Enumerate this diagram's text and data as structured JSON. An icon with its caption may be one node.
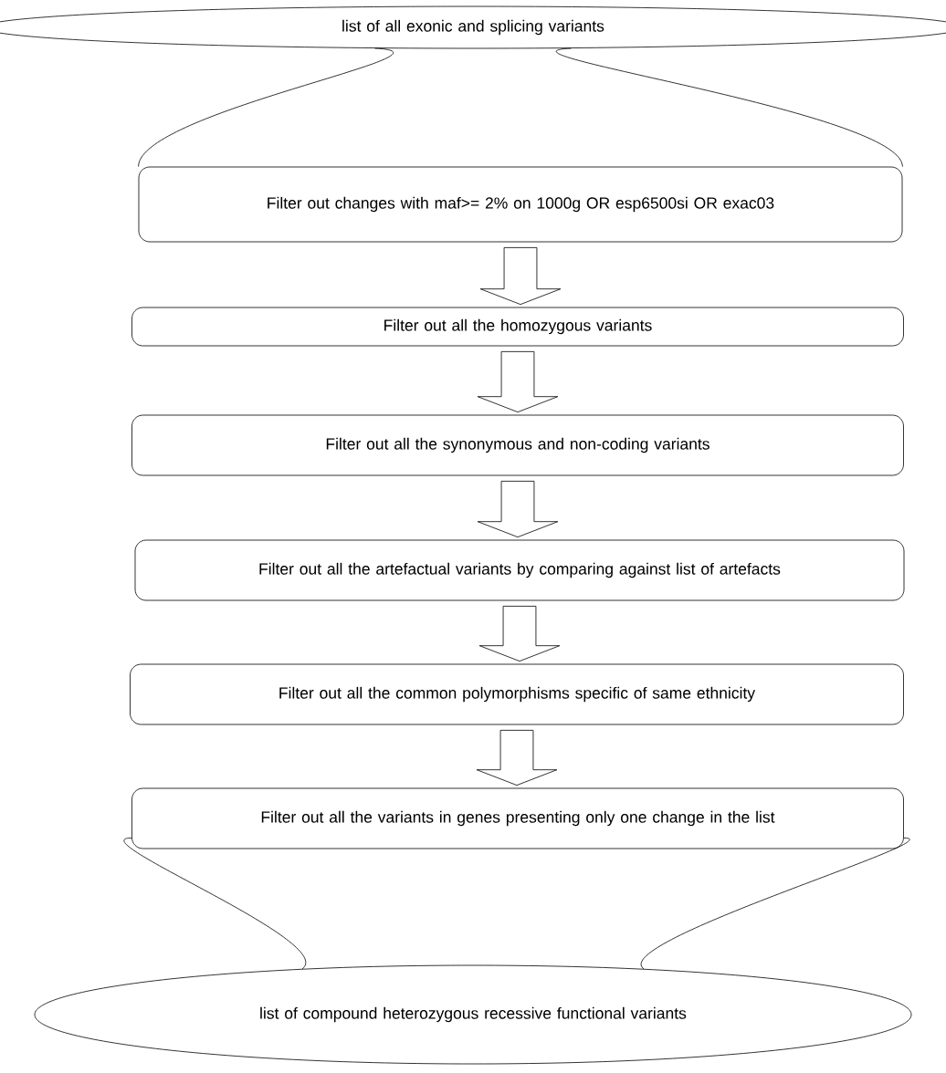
{
  "diagram": {
    "nodes": [
      {
        "text": [
          "list of all exonic and splicing variants"
        ]
      },
      {
        "text": [
          "Filter out changes with maf>= 2% on 1000g OR esp6500si OR exac03"
        ]
      },
      {
        "text": [
          "Filter out all the homozygous variants"
        ]
      },
      {
        "text": [
          "Filter out all the synonymous and non-coding variants"
        ]
      },
      {
        "text": [
          "Filter out all the artefactual variants by comparing against list of artefacts"
        ]
      },
      {
        "text": [
          "Filter out all the common polymorphisms specific of same ethnicity"
        ]
      },
      {
        "text": [
          "Filter out all the variants in genes presenting only one change in the list"
        ]
      },
      {
        "text": [
          "list of compound heterozygous recessive functional variants"
        ]
      }
    ],
    "edges": [
      {
        "from": 0,
        "to": 1,
        "arrow": "none"
      },
      {
        "from": 0,
        "to": 1,
        "arrow": "none"
      },
      {
        "from": 1,
        "to": 2,
        "arrow": "to"
      },
      {
        "from": 2,
        "to": 3,
        "arrow": "to"
      },
      {
        "from": 3,
        "to": 4,
        "arrow": "to"
      },
      {
        "from": 4,
        "to": 5,
        "arrow": "to"
      },
      {
        "from": 5,
        "to": 6,
        "arrow": "to"
      },
      {
        "from": 6,
        "to": 7,
        "arrow": "none"
      },
      {
        "from": 6,
        "to": 7,
        "arrow": "none"
      }
    ]
  }
}
